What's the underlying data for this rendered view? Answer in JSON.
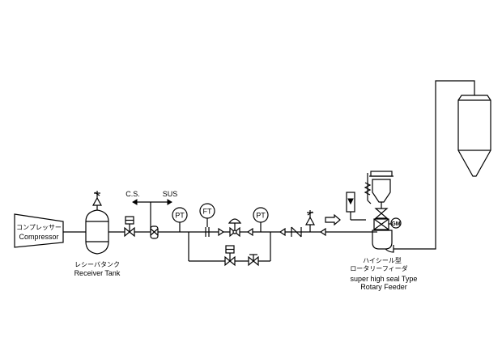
{
  "compressor": {
    "label_jp": "コンプレッサー",
    "label_en": "Compressor"
  },
  "receiver_tank": {
    "label_jp": "レシーバタンク",
    "label_en": "Receiver Tank"
  },
  "branch": {
    "left_label": "C.S.",
    "right_label": "SUS"
  },
  "instruments": {
    "pt1": "PT",
    "ft": "FT",
    "pt2": "PT"
  },
  "feeder": {
    "motor": "GM",
    "label_jp_line1": "ハイシール型",
    "label_jp_line2": "ロータリーフィーダ",
    "label_en_line1": "super high seal Type",
    "label_en_line2": "Rotary Feeder"
  }
}
